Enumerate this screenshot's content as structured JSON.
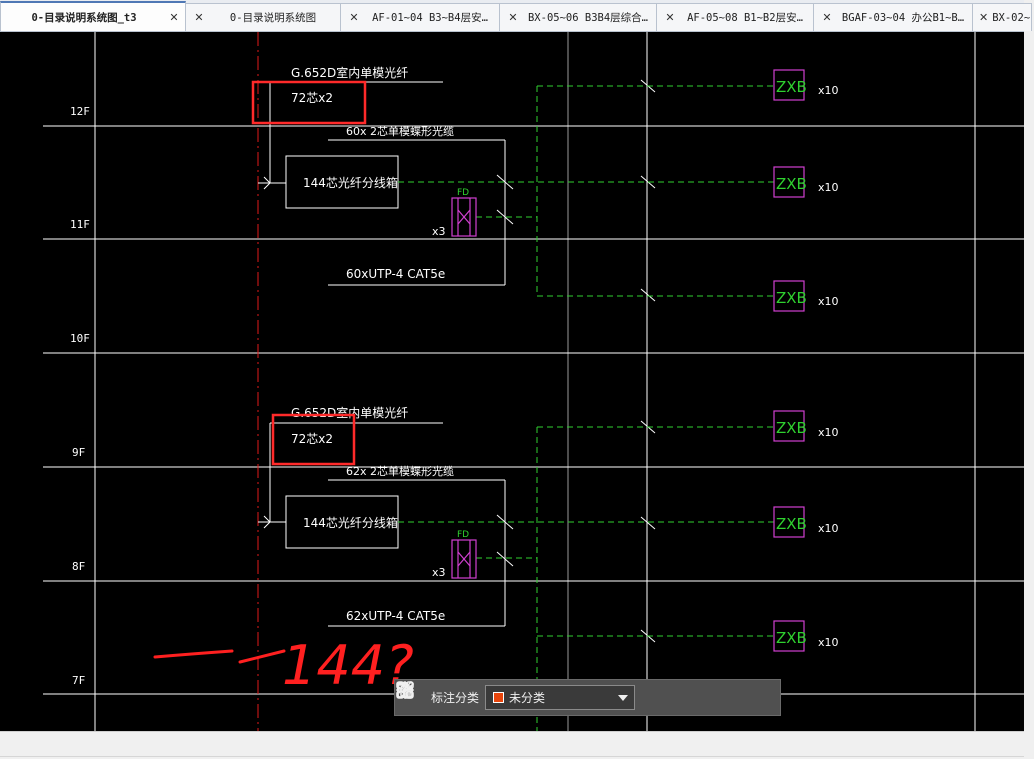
{
  "tabs": [
    {
      "label": "0-目录说明系统图_t3",
      "active": true
    },
    {
      "label": "0-目录说明系统图",
      "active": false
    },
    {
      "label": "AF-01~04 B3~B4层安…",
      "active": false
    },
    {
      "label": "BX-05~06 B3B4层综合…",
      "active": false
    },
    {
      "label": "AF-05~08 B1~B2层安…",
      "active": false
    },
    {
      "label": "BGAF-03~04 办公B1~B…",
      "active": false
    },
    {
      "label": "BX-02~",
      "active": false
    }
  ],
  "tab_close_glyph": "✕",
  "floors": [
    "12F",
    "11F",
    "10F",
    "9F",
    "8F",
    "7F"
  ],
  "upper_block": {
    "cable": "G.652D室内单模光纤",
    "cores": "72芯x2",
    "cable2": "60x 2芯单模蝶形光缆",
    "box": "144芯光纤分线箱",
    "utp": "60xUTP-4 CAT5e"
  },
  "lower_block": {
    "cable": "G.652D室内单模光纤",
    "cores": "72芯x2",
    "cable2": "62x 2芯单模蝶形光缆",
    "box": "144芯光纤分线箱",
    "utp": "62xUTP-4 CAT5e"
  },
  "fd_label": "FD",
  "fd_count": "x3",
  "zxb_label": "ZXB",
  "zxb_count": "x10",
  "handwritten_note": "144?",
  "toolbar": {
    "label": "标注分类",
    "selected": "未分类",
    "swatch_color": "#e8450c"
  },
  "colors": {
    "cad_white": "#ffffff",
    "cad_green": "#2fd12f",
    "cad_magenta": "#d040d0",
    "cad_red_line": "#e01a1a",
    "highlight_red": "#ff2a2a",
    "canvas_bg": "#000000"
  }
}
